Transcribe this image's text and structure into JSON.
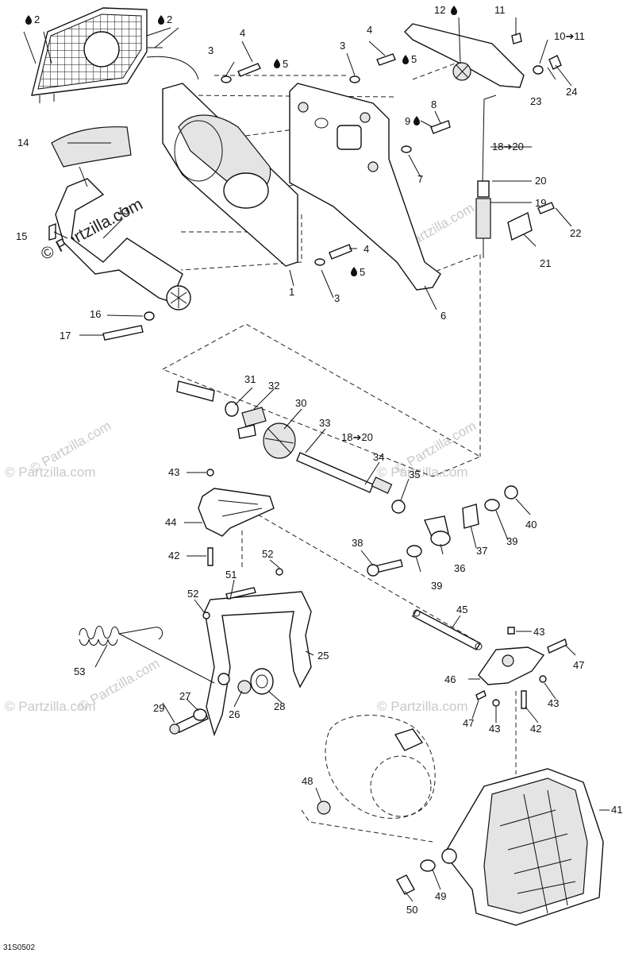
{
  "watermark": {
    "brand": "© Partzilla.com",
    "text": "© Partzilla.com"
  },
  "figure_code": "31S0502",
  "callouts": {
    "c1": "1",
    "c2a": "2",
    "c2b": "2",
    "c3a": "3",
    "c3b": "3",
    "c3c": "3",
    "c4a": "4",
    "c4b": "4",
    "c4c": "4",
    "c5a": "5",
    "c5b": "5",
    "c5c": "5",
    "c6": "6",
    "c7": "7",
    "c8": "8",
    "c9": "9",
    "c10": "10➔11",
    "c11": "11",
    "c12": "12",
    "c13": "13",
    "c14": "14",
    "c15": "15",
    "c16": "16",
    "c17": "17",
    "c18a": "18➔20",
    "c18b": "18➔20",
    "c19": "19",
    "c20": "20",
    "c21": "21",
    "c22": "22",
    "c23": "23",
    "c24": "24",
    "c25": "25",
    "c26": "26",
    "c27": "27",
    "c28": "28",
    "c29": "29",
    "c30": "30",
    "c31": "31",
    "c32": "32",
    "c33": "33",
    "c34": "34",
    "c35": "35",
    "c36": "36",
    "c37": "37",
    "c38": "38",
    "c39a": "39",
    "c39b": "39",
    "c40": "40",
    "c41": "41",
    "c42a": "42",
    "c42b": "42",
    "c43a": "43",
    "c43b": "43",
    "c43c": "43",
    "c43d": "43",
    "c44": "44",
    "c45": "45",
    "c46": "46",
    "c47a": "47",
    "c47b": "47",
    "c48": "48",
    "c49": "49",
    "c50": "50",
    "c51": "51",
    "c52a": "52",
    "c52b": "52",
    "c53": "53"
  }
}
